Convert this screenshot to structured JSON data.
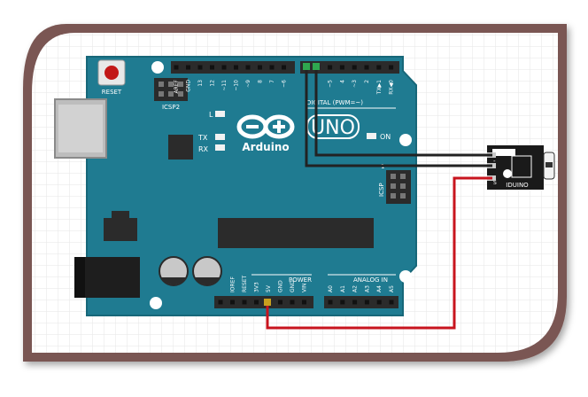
{
  "board": {
    "name": "Arduino",
    "model": "UNO",
    "reset_label": "RESET",
    "icsp2_label": "ICSP2",
    "icsp_label": "ICSP",
    "led_l_label": "L",
    "led_tx_label": "TX",
    "led_rx_label": "RX",
    "on_label": "ON",
    "digital_label": "DIGITAL (PWM=~)",
    "power_label": "POWER",
    "analog_label": "ANALOG IN",
    "pin1_label": "1",
    "top_header_pins": [
      "AREF",
      "GND",
      "13",
      "12",
      "~11",
      "~10",
      "~9",
      "8",
      "7",
      "~6",
      "~5",
      "4",
      "~3",
      "2",
      "TX▶1",
      "RX◀0"
    ],
    "power_pins": [
      "IOREF",
      "RESET",
      "3V3",
      "5V",
      "GND",
      "GND",
      "VIN"
    ],
    "analog_pins": [
      "A0",
      "A1",
      "A2",
      "A3",
      "A4",
      "A5"
    ]
  },
  "sensor": {
    "brand": "IDUINO",
    "label_s": "S",
    "label_minus": "-"
  },
  "colors": {
    "board": "#1f7b91",
    "board_edge": "#176779",
    "frame": "#7a5752",
    "grid": "#e6e6e6",
    "wire_black": "#222222",
    "wire_red": "#c8141e",
    "header": "#2b2b2b",
    "silk": "#ffffff"
  }
}
